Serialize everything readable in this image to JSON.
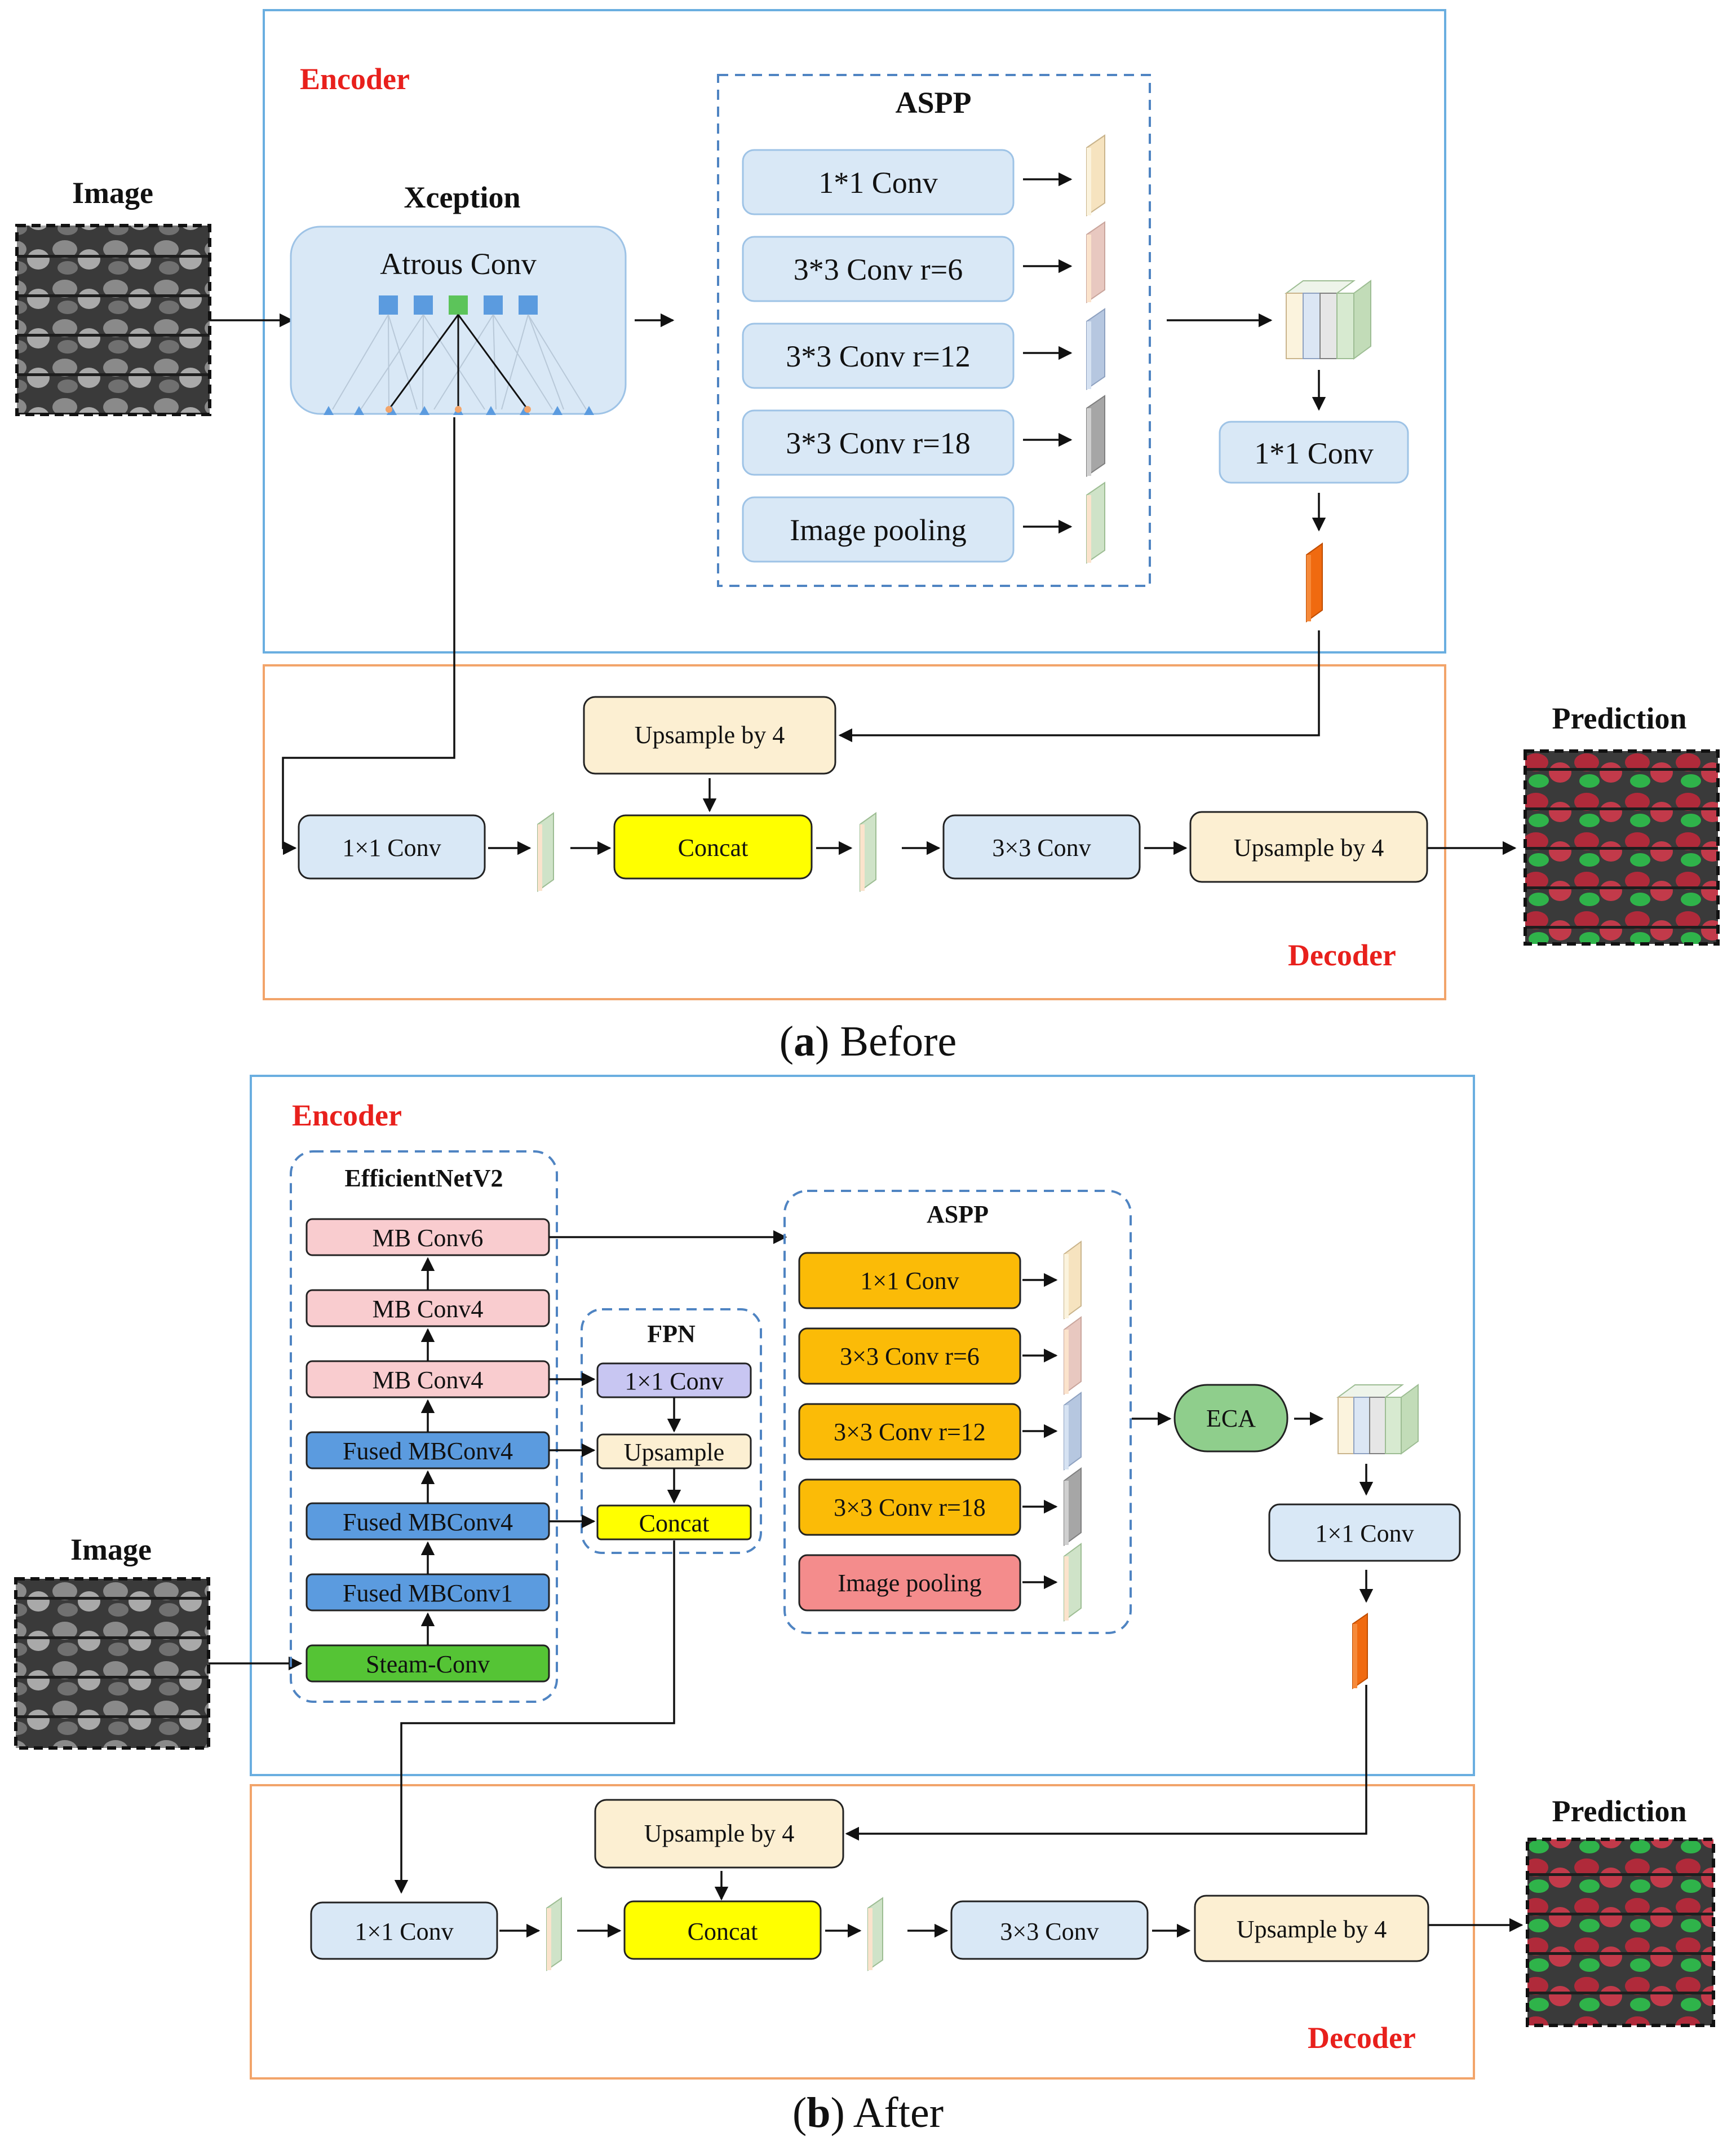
{
  "panel_a": {
    "encoder_title": "Encoder",
    "decoder_title": "Decoder",
    "image_label": "Image",
    "prediction_label": "Prediction",
    "backbone_title": "Xception",
    "backbone_inner": "Atrous Conv",
    "aspp_title": "ASPP",
    "aspp_branches": [
      "1*1 Conv",
      "3*3 Conv r=6",
      "3*3 Conv r=12",
      "3*3 Conv r=18",
      "Image pooling"
    ],
    "post_conv": "1*1 Conv",
    "decoder": {
      "upsample_top": "Upsample by 4",
      "low_conv": "1×1 Conv",
      "concat": "Concat",
      "conv3": "3×3 Conv",
      "upsample_out": "Upsample by 4"
    },
    "caption_letter": "a",
    "caption_text": "Before"
  },
  "panel_b": {
    "encoder_title": "Encoder",
    "decoder_title": "Decoder",
    "image_label": "Image",
    "prediction_label": "Prediction",
    "backbone_title": "EfficientNetV2",
    "backbone_layers": [
      "MB Conv6",
      "MB Conv4",
      "MB Conv4",
      "Fused MBConv4",
      "Fused MBConv4",
      "Fused MBConv1",
      "Steam-Conv"
    ],
    "fpn_title": "FPN",
    "fpn_layers": [
      "1×1 Conv",
      "Upsample",
      "Concat"
    ],
    "aspp_title": "ASPP",
    "aspp_branches": [
      "1×1 Conv",
      "3×3 Conv r=6",
      "3×3 Conv r=12",
      "3×3 Conv r=18",
      "Image pooling"
    ],
    "attention": "ECA",
    "post_conv": "1×1 Conv",
    "decoder": {
      "upsample_top": "Upsample by 4",
      "low_conv": "1×1 Conv",
      "concat": "Concat",
      "conv3": "3×3 Conv",
      "upsample_out": "Upsample by 4"
    },
    "caption_letter": "b",
    "caption_text": "After"
  },
  "colors": {
    "encoder_border": "#6aaee0",
    "decoder_border": "#f2a46a",
    "title_red": "#e8201c",
    "concat_yellow": "#ffff00",
    "aspp_orange": "#fbbb07",
    "mb_pink": "#f9cccf",
    "fused_blue": "#5b9bdf",
    "stem_green": "#55c435",
    "output_orange": "#f06a10"
  }
}
